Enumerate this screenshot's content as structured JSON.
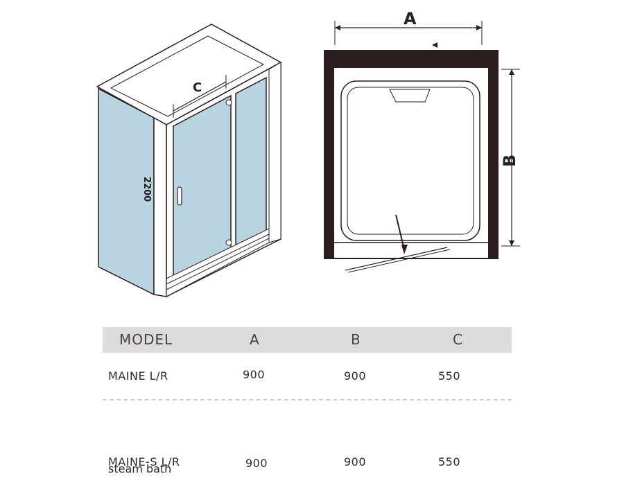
{
  "diagram": {
    "iso_height_label": "2200",
    "iso_width_label": "C",
    "plan_width_label": "A",
    "plan_depth_label": "B",
    "glass_color": "#b8d4e0",
    "line_color": "#2b1d1d"
  },
  "table": {
    "headers": [
      "MODEL",
      "A",
      "B",
      "C"
    ],
    "rows": [
      {
        "model": "MAINE L/R",
        "a": "900",
        "b": "900",
        "c": "550"
      },
      {
        "model": "MAINE-S L/R",
        "a": "900",
        "b": "900",
        "c": "550"
      }
    ],
    "note": "steam bath"
  }
}
